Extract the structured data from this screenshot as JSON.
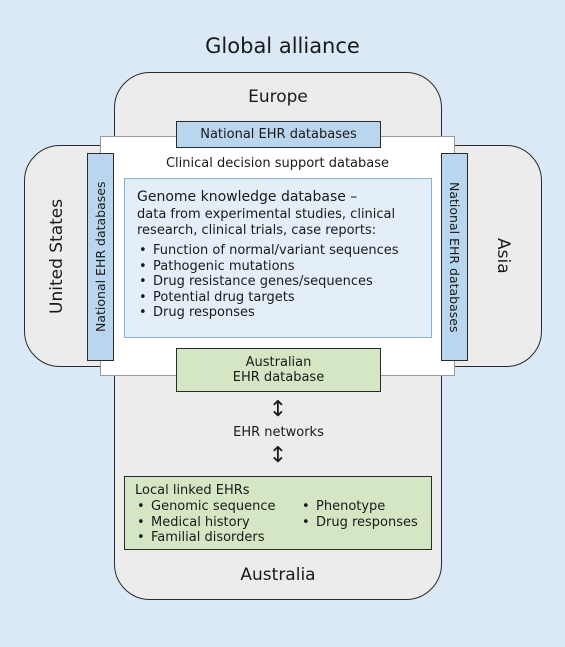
{
  "title": "Global alliance",
  "regions": {
    "europe": "Europe",
    "united_states": "United States",
    "asia": "Asia",
    "australia": "Australia"
  },
  "national_ehr_top": "National EHR databases",
  "national_ehr_left": "National EHR databases",
  "national_ehr_right": "National EHR databases",
  "clinical_decision": "Clinical decision support database",
  "genome": {
    "heading": "Genome knowledge database –",
    "description": "data from experimental studies, clinical research, clinical trials, case reports:",
    "items": [
      "Function of normal/variant sequences",
      "Pathogenic mutations",
      "Drug resistance genes/sequences",
      "Potential drug targets",
      "Drug responses"
    ]
  },
  "australian_ehr": {
    "line1": "Australian",
    "line2": "EHR database"
  },
  "ehr_networks": "EHR networks",
  "arrow_glyph": "↕",
  "local": {
    "heading": "Local linked EHRs",
    "col1": [
      "Genomic sequence",
      "Medical history",
      "Familial disorders"
    ],
    "col2": [
      "Phenotype",
      "Drug responses"
    ]
  },
  "colors": {
    "background": "#dbe9f6",
    "region": "#ececec",
    "national_box": "#b9d6ee",
    "australian_box": "#d5e6c4"
  }
}
